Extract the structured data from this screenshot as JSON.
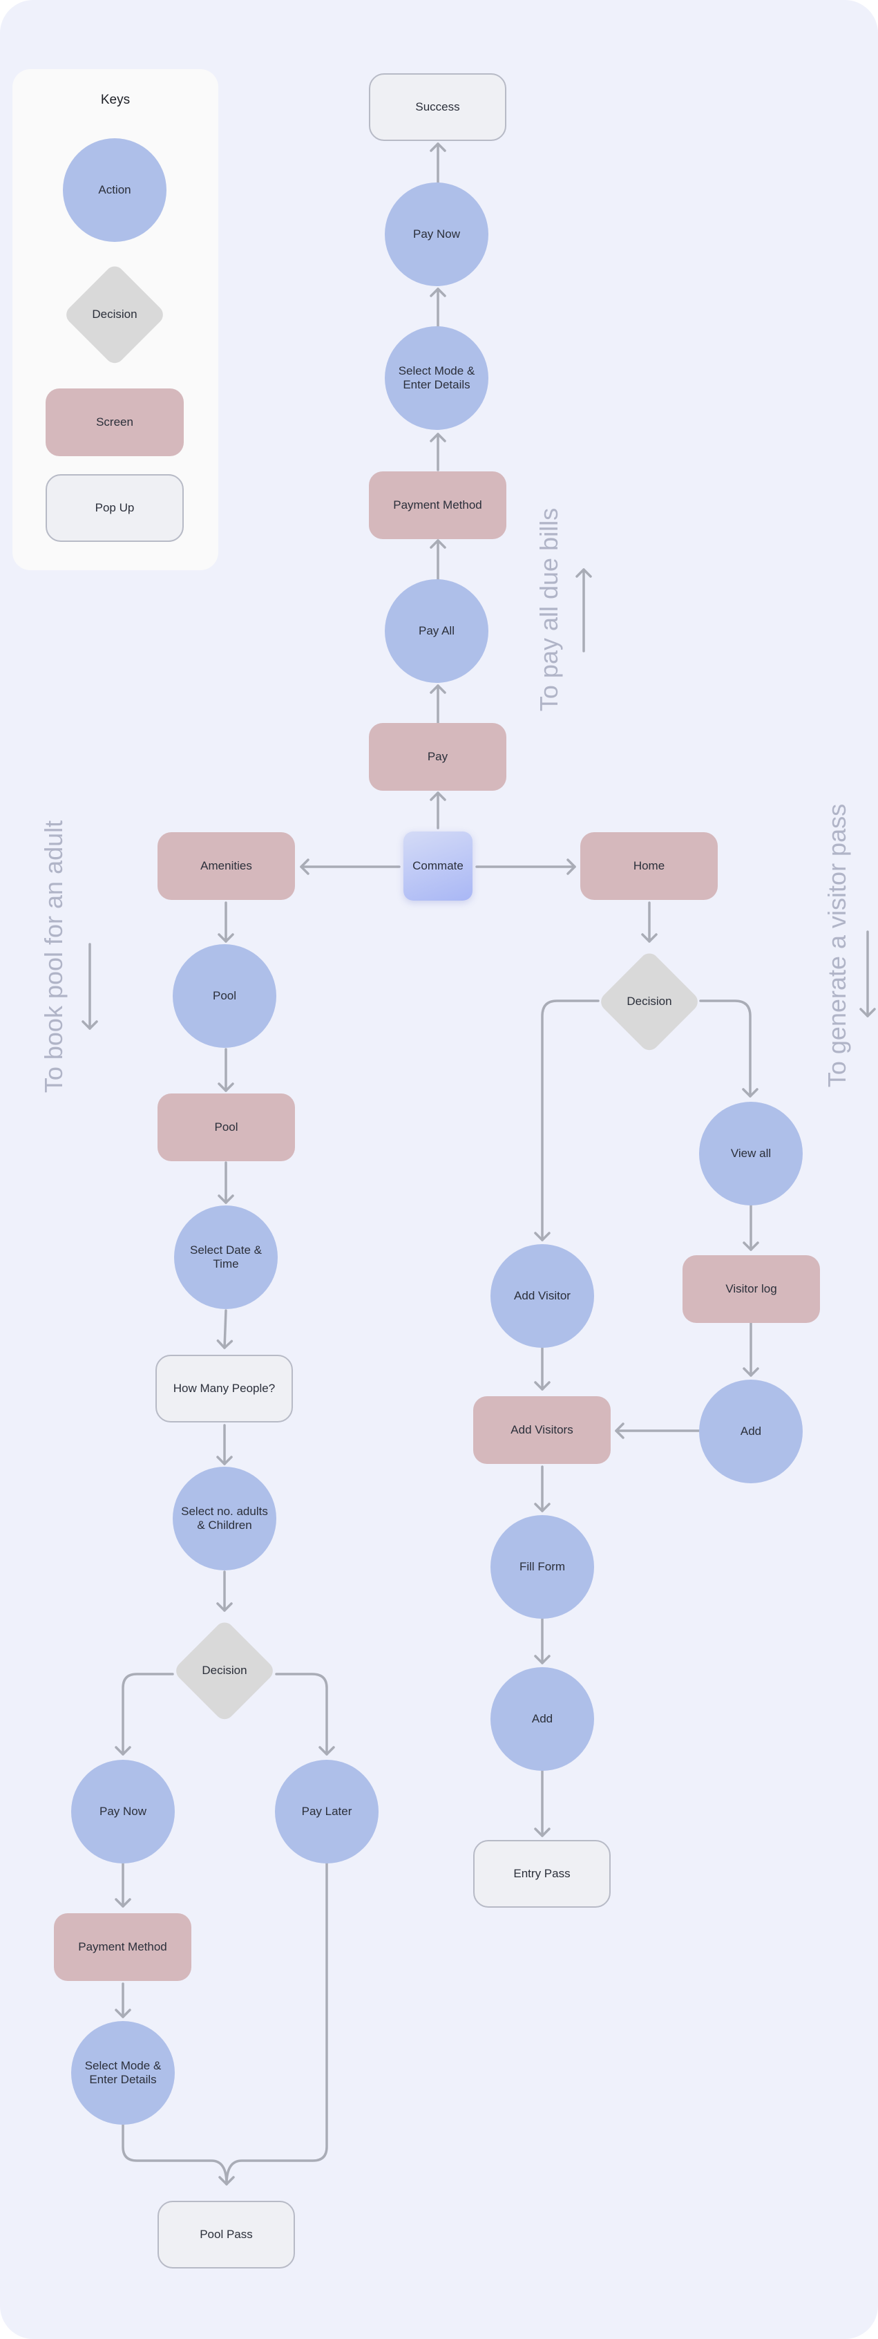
{
  "keys": {
    "title": "Keys",
    "action": "Action",
    "decision": "Decision",
    "screen": "Screen",
    "popup": "Pop Up"
  },
  "nodes": {
    "success": "Success",
    "pay_now_top": "Pay Now",
    "select_mode_top": "Select Mode & Enter Details",
    "payment_method_top": "Payment Method",
    "pay_all": "Pay All",
    "pay": "Pay",
    "commate": "Commate",
    "amenities": "Amenities",
    "home": "Home",
    "pool_action": "Pool",
    "pool_screen": "Pool",
    "select_date_time": "Select Date & Time",
    "how_many_people": "How Many People?",
    "select_no_adults": "Select no. adults & Children",
    "decision_pool": "Decision",
    "pay_now_pool": "Pay Now",
    "pay_later": "Pay Later",
    "payment_method_pool": "Payment Method",
    "select_mode_pool": "Select Mode & Enter Details",
    "pool_pass": "Pool Pass",
    "decision_home": "Decision",
    "view_all": "View all",
    "visitor_log": "Visitor log",
    "add_visitor": "Add Visitor",
    "add_from_log": "Add",
    "add_visitors_screen": "Add Visitors",
    "fill_form": "Fill Form",
    "add_final": "Add",
    "entry_pass": "Entry Pass"
  },
  "annotations": {
    "pay_bills": "To pay all due bills",
    "book_pool": "To book pool for an adult",
    "visitor_pass": "To generate a visitor pass"
  },
  "colors": {
    "background": "#eff1fb",
    "action": "#aebfe9",
    "decision": "#d9d9d9",
    "screen": "#d5b8bc",
    "popup": "#eff0f4",
    "arrow": "#a9acb6",
    "annotation": "#b0b4c7"
  }
}
